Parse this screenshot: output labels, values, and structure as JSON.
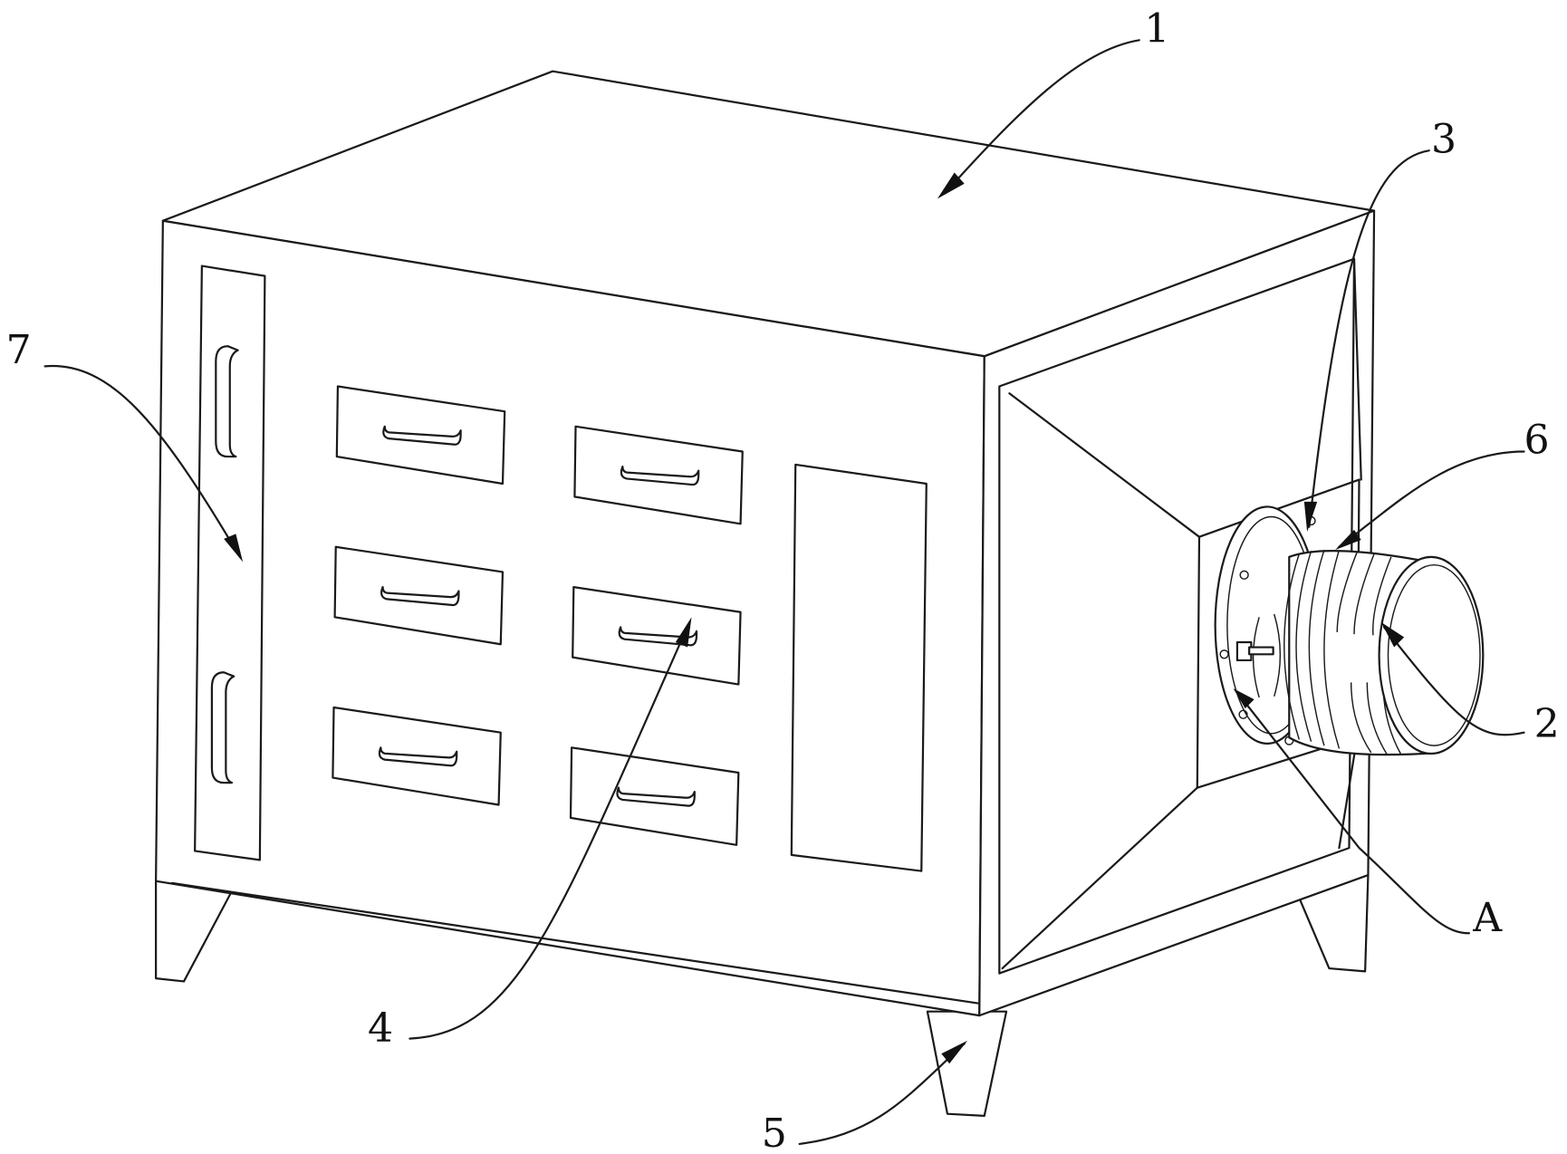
{
  "figure": {
    "labels": {
      "top_cover": "1",
      "pipe": "2",
      "flange": "3",
      "drawer": "4",
      "leg": "5",
      "clamp_ring": "6",
      "side_door": "7",
      "detail": "A"
    }
  }
}
